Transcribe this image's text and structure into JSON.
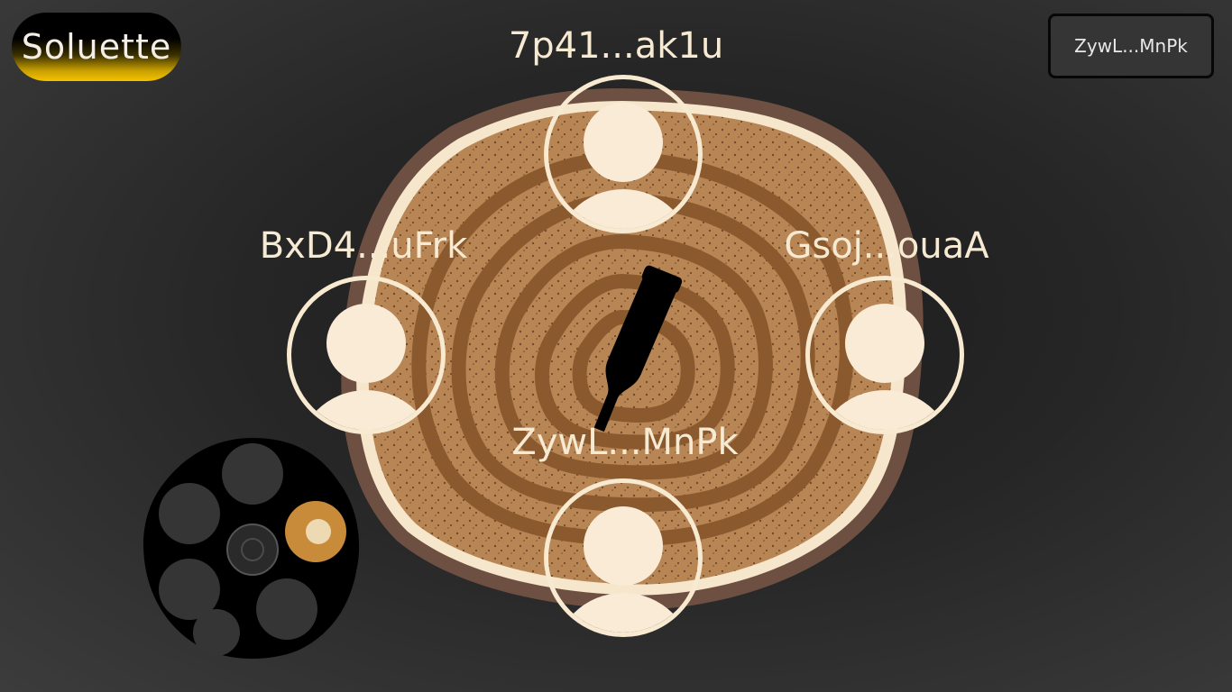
{
  "app": {
    "logo_text": "Soluette"
  },
  "wallet": {
    "address": "ZywL...MnPk"
  },
  "players": {
    "top": "7p41...ak1u",
    "left": "BxD4...uFrk",
    "right": "Gsoj...ouaA",
    "bottom": "ZywL...MnPk"
  },
  "icons": {
    "pointer": "bottle-icon",
    "avatar": "user-icon",
    "revolver": "revolver-cylinder-icon"
  },
  "colors": {
    "accent": "#f5c200",
    "seat": "#faebd7",
    "wood_light": "#b88555",
    "wood_dark": "#8a5a2e",
    "bark": "#6e5043"
  },
  "revolver": {
    "chambers": 6,
    "loaded": 1
  }
}
